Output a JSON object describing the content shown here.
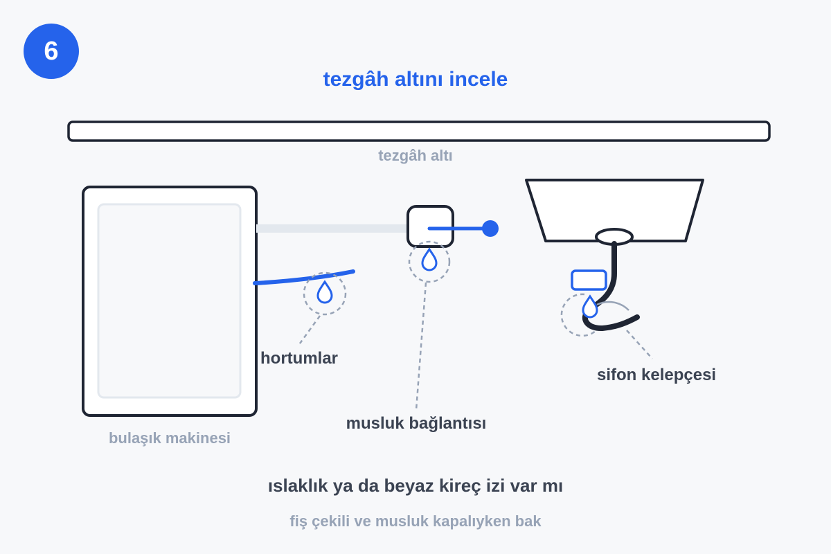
{
  "step_number": "6",
  "title": "tezgâh altını incele",
  "labels": {
    "counter": "tezgâh altı",
    "dishwasher": "bulaşık makinesi",
    "hoses": "hortumlar",
    "faucet_connection": "musluk bağlantısı",
    "trap_clamp": "sifon kelepçesi"
  },
  "question": "ıslaklık ya da beyaz kireç izi var mı",
  "hint": "fiş çekili ve musluk kapalıyken bak",
  "colors": {
    "accent": "#2563eb",
    "outline": "#1f2533",
    "muted_text": "#97a3b6",
    "dark_text": "#3b4352",
    "background": "#f7f8fa"
  }
}
